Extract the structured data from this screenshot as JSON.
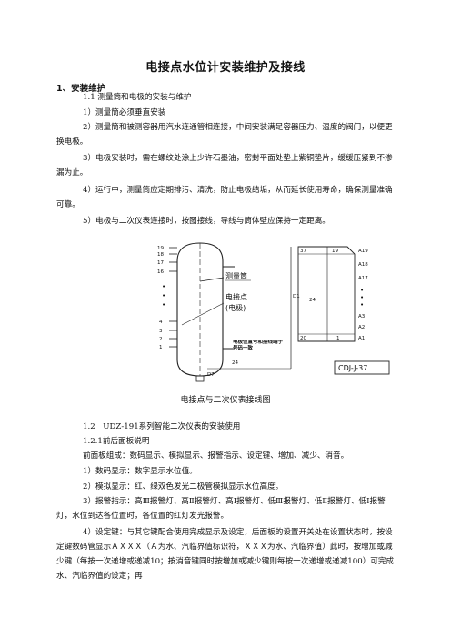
{
  "doc": {
    "title": "电接点水位计安装维护及接线",
    "section1_heading": "1、安装维护",
    "s11": "1.1 测量筒和电极的安装与维护",
    "p1": "1）测量筒必须垂直安装",
    "p2": "2）测量筒和被测容器用汽水连通管相连接，中间安装满足容器压力、温度的阀门，以便更换电极。",
    "p3": "3）电极安装时，需在螺纹处涂上少许石墨油，密封平面处垫上紫铜垫片，缓缓压紧到不渗漏为止。",
    "p4": "4）运行中，测量筒应定期排污、清洗，防止电极结垢，从而延长使用寿命，确保测量准确可靠。",
    "p5": "5）电极与二次仪表连接时，按图接线，导线与筒体壁应保持一定距离。",
    "caption": "电接点与二次仪表接线图",
    "s12": "1.2　UDZ-191系列智能二次仪表的安装使用",
    "s121": "1.2.1前后面板说明",
    "q1": "前面板组成：数码显示、模拟显示、报警指示、设定键、增加、减少、消音。",
    "q2": "1）数码显示：数字显示水位值。",
    "q3": "2）模拟显示：红、绿双色发光二极管模拟显示水位高度。",
    "q4": "3）报警指示：高Ⅲ报警灯、高Ⅱ报警灯、高Ⅰ报警灯、低Ⅲ报警灯、低Ⅱ报警灯、低Ⅰ报警灯，水位到达各位置时，各位置的红灯发光报警。",
    "q5": "4）设定键：与其它键配合使用完成显示及设定，后面板的设置开关处在设置状态时，按设定键数码管显示ＡＸＸＸ（Ａ为水、汽临界值标识符，ＸＸＸ为水、汽临界值）此时，按增加或减少键（每按一次递增或递减10；按消音键同时按增加或减少键则每按一次递增或递减100）可完成水、汽临界值的设定；再"
  },
  "diagram": {
    "left_numbers": [
      "19",
      "18",
      "17",
      "16",
      "4",
      "3",
      "2",
      "1"
    ],
    "dots": "•",
    "label_tube": "测量筒",
    "label_electrode": "电接点",
    "label_electrode2": "(电极)",
    "label_d7": "D7",
    "label_24": "24",
    "label_note": "电极位置号和接线端子号码一致",
    "right_top": [
      "37",
      "19",
      "A19"
    ],
    "right_labels": [
      "A18",
      "A17",
      "A3",
      "A2",
      "A1"
    ],
    "right_d1": "D1",
    "right_24": "24",
    "right_bottom": [
      "20",
      "1"
    ],
    "model": "CDJ-J-37"
  }
}
